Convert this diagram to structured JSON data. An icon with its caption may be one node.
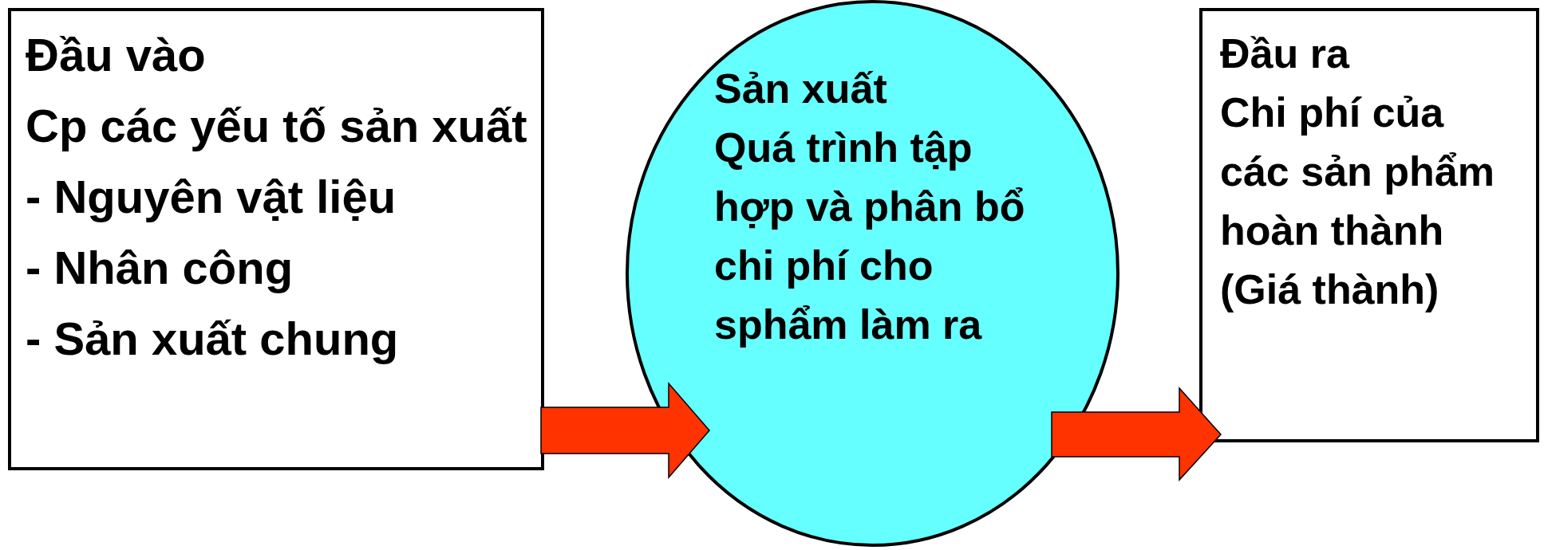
{
  "diagram": {
    "nodes": [
      {
        "text": [
          "Đầu vào",
          "Cp các yếu tố sản xuất",
          "- Nguyên vật liệu",
          "- Nhân công",
          "- Sản xuất chung"
        ]
      },
      {
        "text": [
          "Sản xuất",
          "Quá trình tập hợp và phân bổ chi phí cho sphẩm làm ra"
        ]
      },
      {
        "text": [
          "Đầu ra",
          "Chi phí của các sản phẩm hoàn thành (Giá thành)"
        ]
      }
    ],
    "edges": [
      {
        "from": 0,
        "to": 1,
        "arrow": "to"
      },
      {
        "from": 1,
        "to": 2,
        "arrow": "to"
      }
    ]
  }
}
